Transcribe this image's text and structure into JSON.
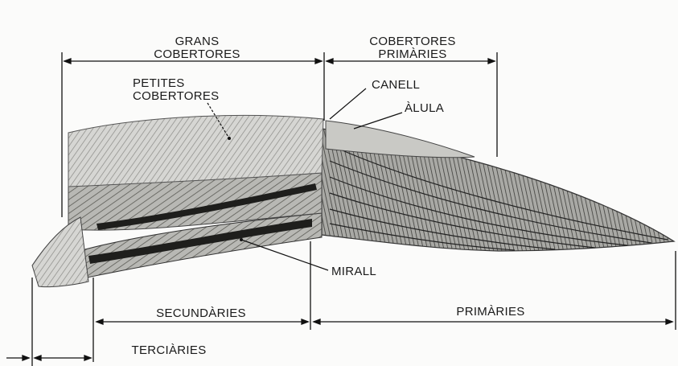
{
  "labels": {
    "grans_cobertores": [
      "GRANS",
      "COBERTORES"
    ],
    "cobertores_primaries": [
      "COBERTORES",
      "PRIMÀRIES"
    ],
    "petites_cobertores": [
      "PETITES",
      "COBERTORES"
    ],
    "canell": "CANELL",
    "alula": "ÀLULA",
    "mirall": "MIRALL",
    "secundaries": "SECUNDÀRIES",
    "primaries": "PRIMÀRIES",
    "terciaries": "TERCIÀRIES"
  }
}
